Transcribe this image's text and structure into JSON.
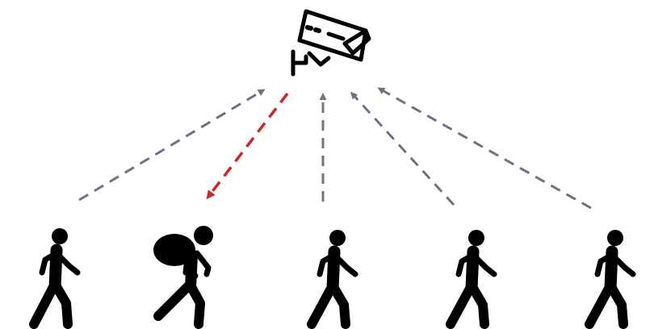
{
  "icons": {
    "camera": "cctv-camera-icon",
    "walker": "walking-person-icon",
    "thief": "thief-with-sack-icon"
  },
  "people": [
    {
      "role": "pedestrian",
      "icon": "walking-person-icon",
      "flagged": false
    },
    {
      "role": "thief",
      "icon": "thief-with-sack-icon",
      "flagged": true
    },
    {
      "role": "pedestrian",
      "icon": "walking-person-icon",
      "flagged": false
    },
    {
      "role": "pedestrian",
      "icon": "walking-person-icon",
      "flagged": false
    },
    {
      "role": "pedestrian",
      "icon": "walking-person-icon",
      "flagged": false
    }
  ],
  "arrows": [
    {
      "from": "person-1",
      "to": "camera",
      "style": "dashed",
      "color": "#6b7385"
    },
    {
      "from": "camera",
      "to": "person-2",
      "style": "dashed",
      "color": "#d42323"
    },
    {
      "from": "person-3",
      "to": "camera",
      "style": "dashed",
      "color": "#6b7385"
    },
    {
      "from": "person-4",
      "to": "camera",
      "style": "dashed",
      "color": "#6b7385"
    },
    {
      "from": "person-5",
      "to": "camera",
      "style": "dashed",
      "color": "#6b7385"
    }
  ],
  "colors": {
    "normal_arrow": "#6b7385",
    "alert_arrow": "#d42323",
    "icon": "#000000",
    "background": "#ffffff"
  }
}
